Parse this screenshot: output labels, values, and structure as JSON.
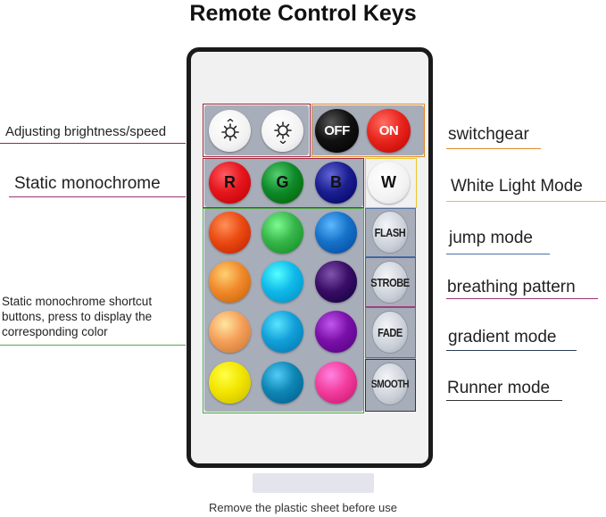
{
  "title": "Remote Control Keys",
  "footer": "Remove the plastic sheet before use",
  "annotations": {
    "brightness": "Adjusting brightness/speed",
    "static_mono": "Static monochrome",
    "shortcut": "Static monochrome shortcut buttons, press to display the corresponding color",
    "switchgear": "switchgear",
    "white_light": "White Light Mode",
    "jump": "jump mode",
    "breathing": "breathing pattern",
    "gradient": "gradient mode",
    "runner": "Runner mode"
  },
  "buttons": {
    "off": "OFF",
    "on": "ON",
    "r": "R",
    "g": "G",
    "b": "B",
    "w": "W",
    "flash": "FLASH",
    "strobe": "STROBE",
    "fade": "FADE",
    "smooth": "SMOOTH"
  },
  "icons": {
    "brightness_up": "sun-up-icon",
    "brightness_down": "sun-down-icon"
  },
  "colors": {
    "off_button": "#111111",
    "on_button": "#e8261d",
    "red_button": "#e5161d",
    "green_button": "#0f8a2a",
    "blue_button": "#1b1f8f",
    "color_grid": [
      "#ea4a12",
      "#38b54a",
      "#1672c8",
      "#f08a2c",
      "#0fb9ea",
      "#3a0d66",
      "#f5a05a",
      "#129fd8",
      "#7a10a8",
      "#f2e500",
      "#0e86b4",
      "#f23d9c"
    ],
    "box_brightness": "#a1253b",
    "box_switch": "#e28a2a",
    "box_static": "#a1253b",
    "box_white": "#e8c62a",
    "box_grid": "#4ea64a",
    "box_flash": "#4d6ea8",
    "box_strobe": "#9b3577",
    "box_fade": "#4d6ea8",
    "box_smooth": "#333333",
    "line_brightness": "#a1253b",
    "line_static": "#9b3577",
    "line_shortcut": "#4ea64a",
    "line_switch": "#e28a2a",
    "line_white": "#e8c62a",
    "line_jump": "#4d6ea8",
    "line_breathing": "#9b3577",
    "line_gradient": "#2a3b5a",
    "line_runner": "#333333"
  }
}
